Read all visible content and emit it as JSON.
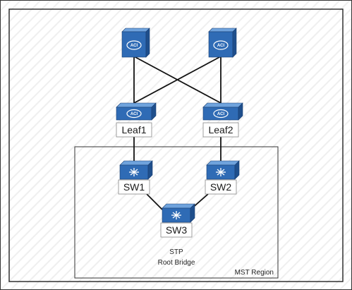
{
  "colors": {
    "device_top": "#6fa3dd",
    "device_front": "#2f6bb5",
    "device_side": "#1f4f8c",
    "device_edge": "#1a3f73",
    "link": "#111111",
    "frame": "#222222",
    "label_box_bg": "#ffffff",
    "label_box_border": "#888888"
  },
  "icons": {
    "spine": "aci-spine-switch-icon",
    "leaf": "aci-leaf-switch-icon",
    "sw": "multilayer-switch-icon"
  },
  "spines": [
    {
      "id": "spine1",
      "icon_text": "ACI"
    },
    {
      "id": "spine2",
      "icon_text": "ACI"
    }
  ],
  "leaves": [
    {
      "id": "leaf1",
      "label": "Leaf1",
      "icon_text": "ACI"
    },
    {
      "id": "leaf2",
      "label": "Leaf2",
      "icon_text": "ACI"
    }
  ],
  "switches": [
    {
      "id": "sw1",
      "label": "SW1"
    },
    {
      "id": "sw2",
      "label": "SW2"
    },
    {
      "id": "sw3",
      "label": "SW3"
    }
  ],
  "stp_note": {
    "line1": "STP",
    "line2": "Root Bridge"
  },
  "region": {
    "label": "MST Region"
  }
}
